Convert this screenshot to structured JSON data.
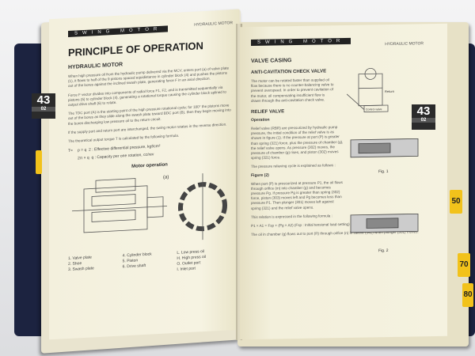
{
  "left_page": {
    "header_band": "SWING MOTOR",
    "header_right": "HYDRAULIC MOTOR",
    "title": "PRINCIPLE OF OPERATION",
    "subtitle": "HYDRAULIC MOTOR",
    "paragraphs": [
      "When high pressure oil from the hydraulic pump delivered via the MCV, enters port (a) of valve plate (1), it flows to half of the 9 pistons spaced equidistance in cylinder block (4) and pushes the pistons out of the bores against the inclined swash plate, generating force F in an axial direction.",
      "Force F vector divides into components of radial force F1, F2, and is transmitted sequentially via pistons (5) to cylinder block (4), generating a rotational torque causing the cylinder block splined to output drive shaft (6) to rotate.",
      "The TDC port (A) is the starting point of the high pressure rotational cycle; for 180° the pistons move out of the bores as they slide along the swash plate toward BDC port (B), then they begin moving into the bores discharging low pressure oil to the return circuit.",
      "If the supply port and return port are interchanged, the swing motor rotates in the reverse direction.",
      "The theoretical output torque T is calculated by the following formula."
    ],
    "formula": {
      "lhs": "T=",
      "p": "p = q",
      "p_desc": "2 : Effective differential pressure, kgf/cm²",
      "q": "2π × q",
      "q_desc": "q : Capacity per one rotation, cc/rev"
    },
    "figure_title": "Motor operation",
    "figure_label_a": "(a)",
    "legend": [
      [
        "1. Valve plate",
        "4. Cylinder block",
        "L. Low press oil"
      ],
      [
        "2. Shoe",
        "5. Piston",
        "H. High press oil"
      ],
      [
        "3. Swash plate",
        "6. Drive shaft",
        "O. Outlet port"
      ],
      [
        "",
        "",
        "I. Inlet port"
      ]
    ],
    "tab": {
      "number": "43",
      "sub": "02"
    }
  },
  "right_page": {
    "header_band": "SWING MOTOR",
    "header_right": "HYDRAULIC MOTOR",
    "section": "VALVE CASING",
    "sub1": "ANTI-CAVITATION CHECK VALVE",
    "para1": "The motor can be rotated faster than supplied oil flow because there is no counter-balancing valve to prevent overspeed. In order to prevent cavitation of the motor, oil compensating insufficient flow is drawn through the anti-cavitation check valve.",
    "diagram_labels": {
      "return": "Return",
      "control_valve": "Control valve"
    },
    "sub2": "RELIEF VALVE",
    "sub2a": "Operation",
    "para2": "Relief valve (RBR) are pressurized by hydraulic pump pressure, the initial condition of the relief valve is as shown in figure (1). If the pressure at port (P) is greater than spring (321) force, plus the pressure of chamber (g), the relief valve opens. As pressure (302) moves, the pressure of chamber (g) rises, and piston (302) moves spring (321) force.",
    "para3": "The pressure relieving cycle is explained as follows :",
    "figure2_heading": "Figure (2)",
    "para4": "When port (P) is pressurized at pressure P1, the oil flows through orifice (m) into chamber (g) and becomes pressure Pg. If pressure Pg is greater than spring (302) force, piston (303) moves left and Pg becomes less than pressure P1. Then plunger (301) moves left against spring (321) and the relief valve opens.",
    "para5": "This relation is expressed in the following formula :",
    "formula": "P1 × A1 = Fsp + (Pg × A2)   (Fsp : Initial tensional load setting)",
    "para6": "The oil in chamber (g) flows out to port (R) through orifice (n) in sleeve (342) when plunger (301) moves.",
    "fig1": "Fig. 1",
    "fig2": "Fig. 2",
    "tab": {
      "number": "43",
      "sub": "02"
    }
  },
  "edge_tabs": [
    "50",
    "70",
    "80"
  ],
  "colors": {
    "binder": "#1c2340",
    "page": "#f5f2e0",
    "tab_yellow": "#f2c21b",
    "tab_dark": "#2b2b2b"
  }
}
